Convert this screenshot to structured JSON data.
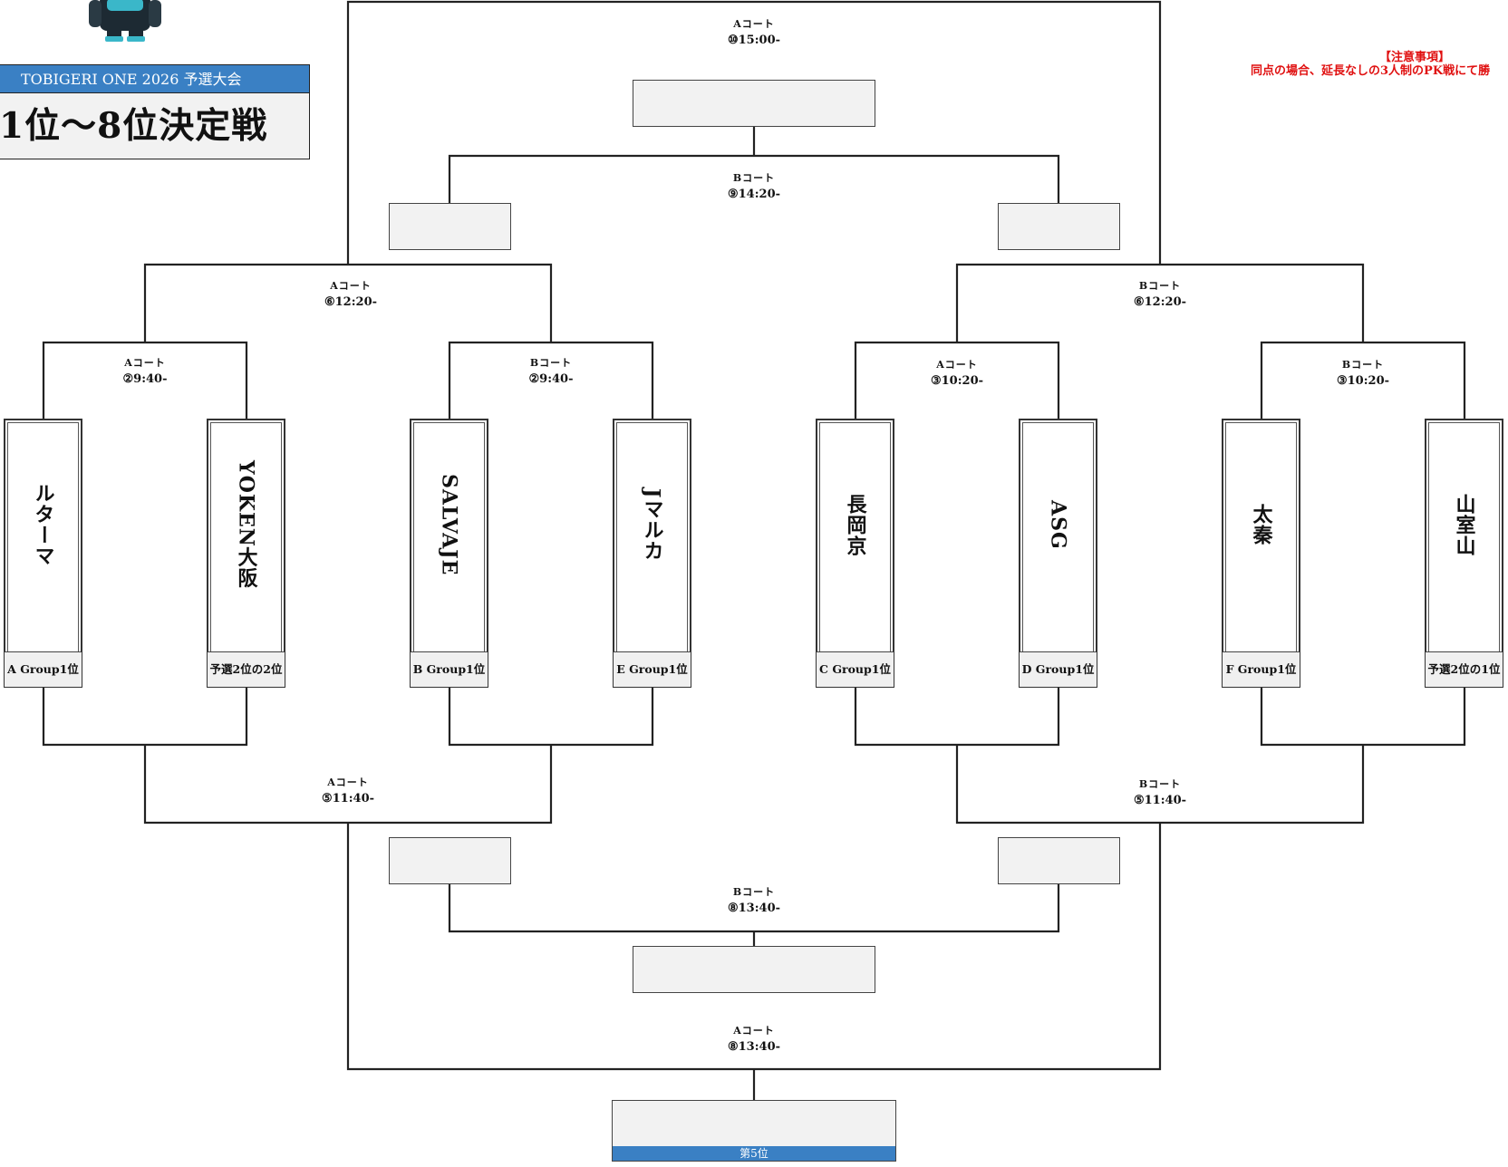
{
  "header": {
    "event": "TOBIGERI ONE 2026 予選大会",
    "title": "1位～8位決定戦"
  },
  "notice": {
    "heading": "【注意事項】",
    "text": "同点の場合、延長なしの3人制のPK戦にて勝"
  },
  "teams": [
    {
      "name": "ルターマ",
      "seed": "A Group1位"
    },
    {
      "name": "YOKEN大阪",
      "seed": "予選2位の2位"
    },
    {
      "name": "SALVAJE",
      "seed": "B Group1位"
    },
    {
      "name": "Jマルカ",
      "seed": "E Group1位"
    },
    {
      "name": "長岡京",
      "seed": "C Group1位"
    },
    {
      "name": "ASG",
      "seed": "D Group1位"
    },
    {
      "name": "太秦",
      "seed": "F Group1位"
    },
    {
      "name": "山室山",
      "seed": "予選2位の1位"
    }
  ],
  "matches": {
    "qf1": {
      "court": "Aコート",
      "time": "②9:40-"
    },
    "qf2": {
      "court": "Bコート",
      "time": "②9:40-"
    },
    "qf3": {
      "court": "Aコート",
      "time": "③10:20-"
    },
    "qf4": {
      "court": "Bコート",
      "time": "③10:20-"
    },
    "sf_left": {
      "court": "Aコート",
      "time": "⑥12:20-"
    },
    "sf_right": {
      "court": "Bコート",
      "time": "⑥12:20-"
    },
    "third": {
      "court": "Bコート",
      "time": "⑨14:20-"
    },
    "final": {
      "court": "Aコート",
      "time": "⑩15:00-"
    },
    "cons_left": {
      "court": "Aコート",
      "time": "⑤11:40-"
    },
    "cons_right": {
      "court": "Bコート",
      "time": "⑤11:40-"
    },
    "seventh": {
      "court": "Bコート",
      "time": "⑧13:40-"
    },
    "fifth": {
      "court": "Aコート",
      "time": "⑧13:40-"
    }
  },
  "place_label": "第5位"
}
